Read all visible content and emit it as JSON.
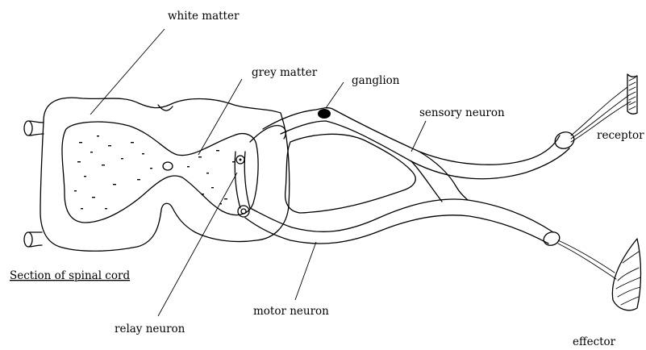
{
  "labels": {
    "white_matter": "white matter",
    "grey_matter": "grey matter",
    "ganglion": "ganglion",
    "sensory_neuron": "sensory neuron",
    "receptor": "receptor",
    "section_of_spinal_cord": "Section of spinal cord",
    "relay_neuron": "relay neuron",
    "motor_neuron": "motor neuron",
    "effector": "effector"
  },
  "colors": {
    "ink": "#000000",
    "background": "#ffffff"
  }
}
